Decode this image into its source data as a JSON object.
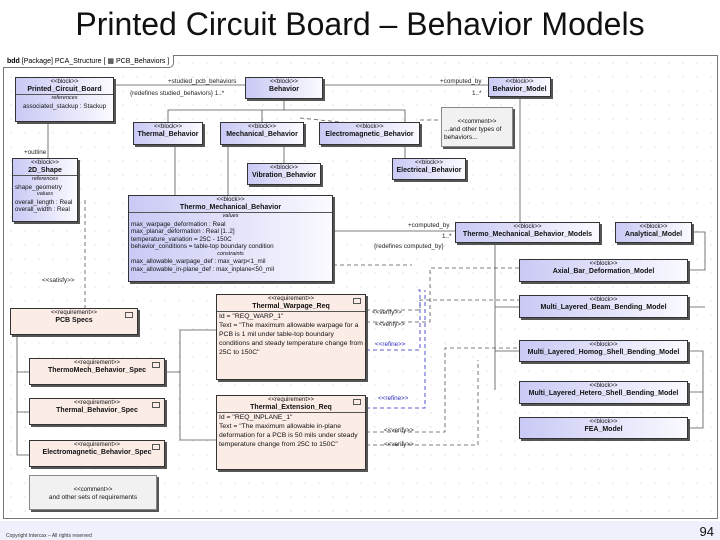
{
  "slide": {
    "title": "Printed Circuit Board – Behavior Models",
    "copyright": "Copyright Intercax – All rights reserved",
    "page_number": "94"
  },
  "diagram": {
    "tab": {
      "kind": "bdd",
      "path": "[Package] PCA_Structure [",
      "diagram_name": "PCB_Behaviors ]"
    },
    "blocks": {
      "pcb": {
        "stereo": "<<block>>",
        "name": "Printed_Circuit_Board",
        "comp_header": "references",
        "comp_lines": [
          "associated_stackup : Stackup"
        ]
      },
      "behavior": {
        "stereo": "<<block>>",
        "name": "Behavior"
      },
      "behavior_model": {
        "stereo": "<<block>>",
        "name": "Behavior_Model"
      },
      "thermal": {
        "stereo": "<<block>>",
        "name": "Thermal_Behavior"
      },
      "mechanical": {
        "stereo": "<<block>>",
        "name": "Mechanical_Behavior"
      },
      "electromagnetic": {
        "stereo": "<<block>>",
        "name": "Electromagnetic_Behavior"
      },
      "vibration": {
        "stereo": "<<block>>",
        "name": "Vibration_Behavior"
      },
      "electrical": {
        "stereo": "<<block>>",
        "name": "Electrical_Behavior"
      },
      "shape2d": {
        "stereo": "<<block>>",
        "name": "2D_Shape",
        "comp_header": "references",
        "ref_line": "shape_geometry",
        "values_header": "values",
        "value_lines": [
          "overall_length : Real",
          "overall_width : Real"
        ]
      },
      "tmb": {
        "stereo": "<<block>>",
        "name": "Thermo_Mechanical_Behavior",
        "values_header": "values",
        "value_lines": [
          "max_warpage_deformation : Real",
          "max_planar_deformation : Real [1..2]",
          "temperature_variation = 25C - 150C",
          "behavior_conditions = table-top boundary condition"
        ],
        "constraints_header": "constraints",
        "constraint_lines": [
          "max_allowable_warpage_def : max_warp<1_mil",
          "max_allowable_in-plane_def : max_inplane<50_mil"
        ]
      },
      "tmbm": {
        "stereo": "<<block>>",
        "name": "Thermo_Mechanical_Behavior_Models"
      },
      "analytical": {
        "stereo": "<<block>>",
        "name": "Analytical_Model"
      },
      "axial": {
        "stereo": "<<block>>",
        "name": "Axial_Bar_Deformation_Model"
      },
      "beam": {
        "stereo": "<<block>>",
        "name": "Multi_Layered_Beam_Bending_Model"
      },
      "homog": {
        "stereo": "<<block>>",
        "name": "Multi_Layered_Homog_Shell_Bending_Model"
      },
      "hetero": {
        "stereo": "<<block>>",
        "name": "Multi_Layered_Hetero_Shell_Bending_Model"
      },
      "fea": {
        "stereo": "<<block>>",
        "name": "FEA_Model"
      }
    },
    "requirements": {
      "pcb_specs": {
        "stereo": "<<requirement>>",
        "name": "PCB Specs"
      },
      "tm_spec": {
        "stereo": "<<requirement>>",
        "name": "ThermoMech_Behavior_Spec"
      },
      "th_spec": {
        "stereo": "<<requirement>>",
        "name": "Thermal_Behavior_Spec"
      },
      "em_spec": {
        "stereo": "<<requirement>>",
        "name": "Electromagnetic_Behavior_Spec"
      },
      "warpage": {
        "stereo": "<<requirement>>",
        "name": "Thermal_Warpage_Req",
        "id": "Id = \"REQ_WARP_1\"",
        "text": "Text = \"The maximum allowable warpage for a PCB is 1 mil under table-top boundary conditions and steady temperature change from 25C to 150C\""
      },
      "extension": {
        "stereo": "<<requirement>>",
        "name": "Thermal_Extension_Req",
        "id": "Id = \"REQ_INPLANE_1\"",
        "text": "Text = \"The maximum allowable in-plane deformation for a PCB is 50 mils under steady temperature change from 25C to 150C\""
      }
    },
    "comments": {
      "types": {
        "stereo": "<<comment>>",
        "text": "...and other types of behaviors..."
      },
      "reqs": {
        "stereo": "<<comment>>",
        "text": "and other sets of requirements"
      }
    },
    "labels": {
      "studied": "+studied_pcb_behaviors",
      "studied_mult": "{redefines studied_behaviors}  1..*",
      "computed_top": "+computed_by",
      "computed_top_mult": "1..*",
      "outline": "+outline",
      "satisfy": "<<satisfy>>",
      "computed2": "+computed_by",
      "computed2_mult": "1..*",
      "computed2_redef": "{redefines computed_by}",
      "verify1": "<<verify>>",
      "verify2": "<<verify>>",
      "refine1": "<<refine>>",
      "refine2": "<<refine>>",
      "verify3": "<<verify>>",
      "verify4": "<<verify>>"
    },
    "colors": {
      "block": "#c9c9f5",
      "requirement": "#fbece6",
      "comment": "#f1f1f1",
      "refine": "#2b2bc0"
    }
  }
}
